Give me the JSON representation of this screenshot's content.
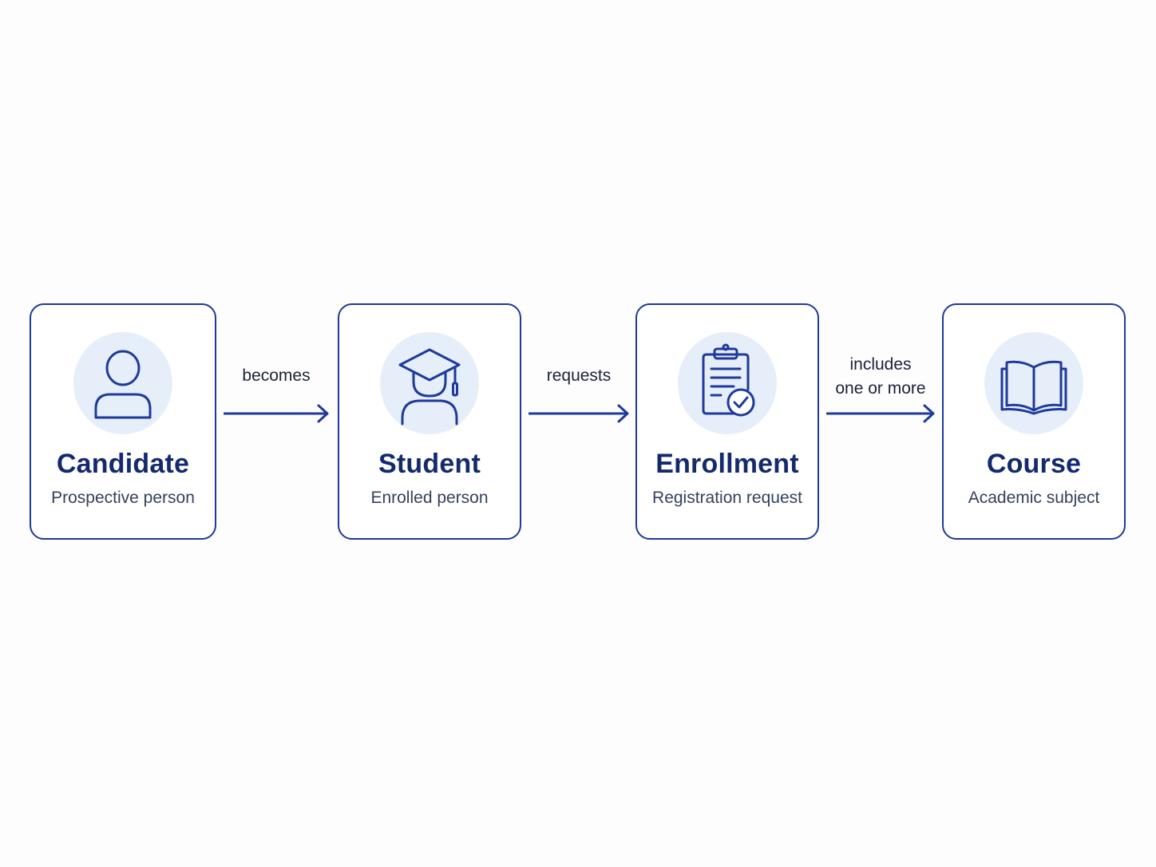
{
  "entities": [
    {
      "id": "candidate",
      "title": "Candidate",
      "subtitle": "Prospective person",
      "icon": "person-icon"
    },
    {
      "id": "student",
      "title": "Student",
      "subtitle": "Enrolled person",
      "icon": "graduate-icon"
    },
    {
      "id": "enrollment",
      "title": "Enrollment",
      "subtitle": "Registration request",
      "icon": "clipboard-check-icon"
    },
    {
      "id": "course",
      "title": "Course",
      "subtitle": "Academic subject",
      "icon": "open-book-icon"
    }
  ],
  "relations": [
    {
      "from": "candidate",
      "to": "student",
      "label_lines": [
        "becomes"
      ]
    },
    {
      "from": "student",
      "to": "enrollment",
      "label_lines": [
        "requests"
      ]
    },
    {
      "from": "enrollment",
      "to": "course",
      "label_lines": [
        "includes",
        "one or more"
      ]
    }
  ],
  "colors": {
    "border": "#1e3a9a",
    "title": "#142a6f",
    "icon_stroke": "#1e3a9a",
    "icon_bg": "#e6eef9",
    "arrow": "#1e3a9a"
  }
}
